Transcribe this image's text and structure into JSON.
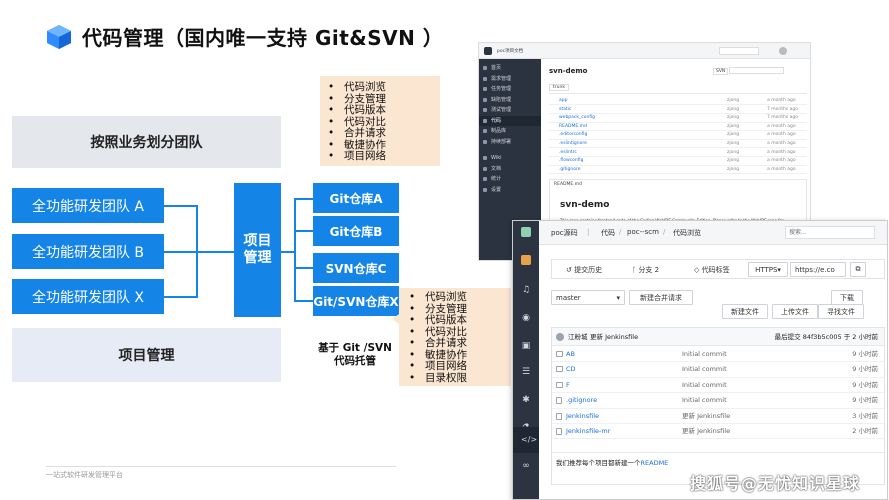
{
  "header": {
    "title": "代码管理（国内唯一支持 Git&SVN ）",
    "logo_icon": "cube-logo-icon",
    "accent": "#1484e6"
  },
  "org": {
    "top_label": "按照业务划分团队",
    "teams": [
      "全功能研发团队 A",
      "全功能研发团队 B",
      "全功能研发团队 X"
    ],
    "project_box": "项目管理",
    "bottom_label": "项目管理",
    "repos": [
      "Git仓库A",
      "Git仓库B",
      "SVN仓库C",
      "Git/SVN仓库X"
    ],
    "hosting": "基于 Git /SVN 代码托管"
  },
  "features_top": [
    "代码浏览",
    "分支管理",
    "代码版本",
    "代码对比",
    "合并请求",
    "敏捷协作",
    "项目网络"
  ],
  "features_bottom": [
    "代码浏览",
    "分支管理",
    "代码版本",
    "代码对比",
    "合并请求",
    "敏捷协作",
    "项目网络",
    "目录权限"
  ],
  "footer": "一站式软件研发管理平台",
  "watermark": "搜狐号@无忧知识星球",
  "screen1": {
    "project_name": "poc项目文档",
    "sidebar": [
      "首页",
      "需求管理",
      "任务管理",
      "缺陷管理",
      "测试管理",
      "代码",
      "制品库",
      "持续部署",
      "Wiki",
      "文档",
      "统计",
      "设置"
    ],
    "repo_title": "svn-demo",
    "repo_type": "SVN",
    "branch_label": "trunk",
    "files": [
      {
        "name": "app",
        "msg": "zjong",
        "time": "a month ago"
      },
      {
        "name": "static",
        "msg": "zjong",
        "time": "7 months ago"
      },
      {
        "name": "webpack_config",
        "msg": "zjong",
        "time": "7 months ago"
      },
      {
        "name": "README.md",
        "msg": "zjong",
        "time": "a month ago"
      },
      {
        "name": ".editorconfig",
        "msg": "zjong",
        "time": "a month ago"
      },
      {
        "name": ".eslintignore",
        "msg": "zjong",
        "time": "a month ago"
      },
      {
        "name": ".eslintrc",
        "msg": "zjong",
        "time": "a month ago"
      },
      {
        "name": ".flowconfig",
        "msg": "zjong",
        "time": "a month ago"
      },
      {
        "name": ".gitignore",
        "msg": "zjong",
        "time": "a month ago"
      }
    ],
    "readme_title": "README.md",
    "readme_heading": "svn-demo",
    "readme_text": "This repo contains frontend code of the Coding WebIDE Community Edition. Please refer to the WebIDE repo for"
  },
  "screen2": {
    "crumbs": [
      "poc源码",
      "代码",
      "poc--scm",
      "代码浏览"
    ],
    "search_placeholder": "搜索...",
    "tabs": [
      "提交历史",
      "分支 2",
      "代码标签"
    ],
    "clone_protocol": "HTTPS",
    "clone_url": "https://e.co",
    "branch": "master",
    "new_mr": "新建合并请求",
    "download": "下载",
    "new_file": "新建文件",
    "upload_file": "上传文件",
    "find_file": "寻找文件",
    "last_commit_author": "江粉城",
    "last_commit_msg": "更新 Jenkinsfile",
    "last_commit_info": "最后提交 84f3b5c005 于 2 小时前",
    "files": [
      {
        "name": "AB",
        "msg": "Initial commit",
        "time": "9 小时前",
        "type": "folder"
      },
      {
        "name": "CD",
        "msg": "Initial commit",
        "time": "9 小时前",
        "type": "folder"
      },
      {
        "name": "F",
        "msg": "Initial commit",
        "time": "9 小时前",
        "type": "folder"
      },
      {
        "name": ".gitignore",
        "msg": "Initial commit",
        "time": "9 小时前",
        "type": "file"
      },
      {
        "name": "Jenkinsfile",
        "msg": "更新 Jenkinsfile",
        "time": "3 小时前",
        "type": "file"
      },
      {
        "name": "Jenkinsfile-mr",
        "msg": "更新 Jenkinsfile",
        "time": "2 小时前",
        "type": "file"
      }
    ],
    "readme_tip_prefix": "我们推荐每个项目都新建一个",
    "readme_tip_link": "README"
  }
}
